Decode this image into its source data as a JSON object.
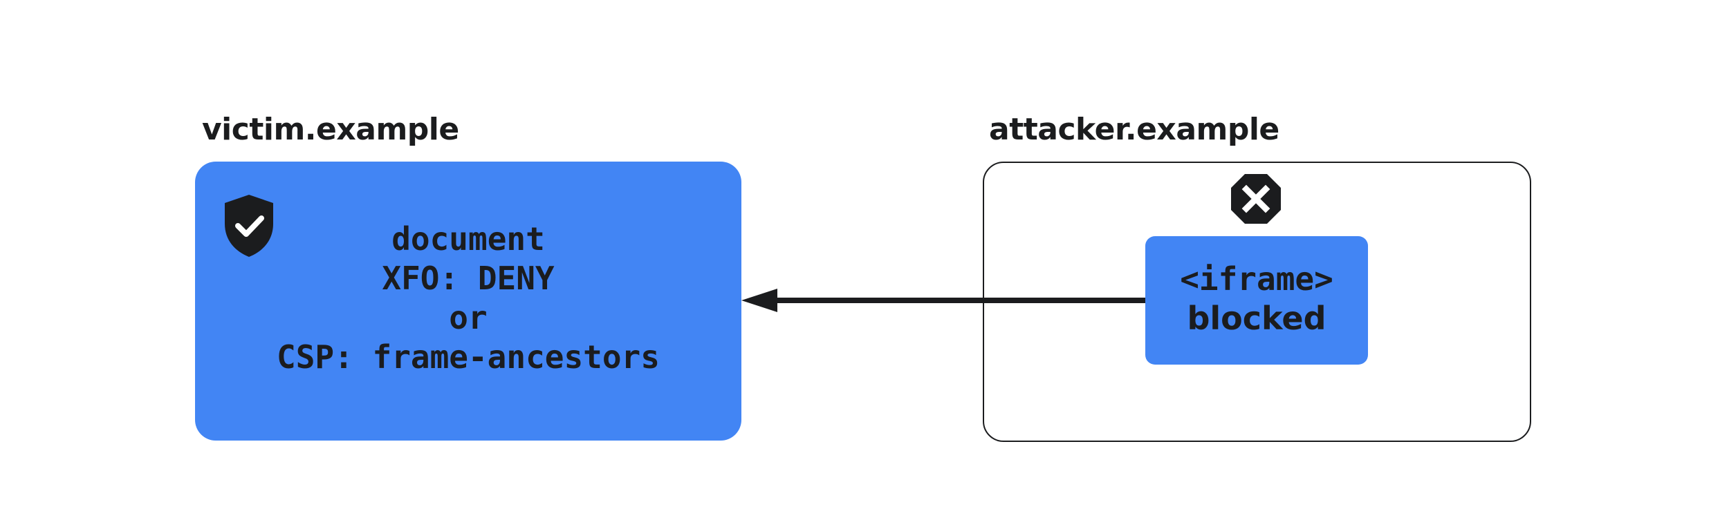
{
  "victim": {
    "title": "victim.example",
    "lines": [
      "document",
      "XFO: DENY",
      "or",
      "CSP: frame-ancestors"
    ],
    "icon": "shield-check-icon"
  },
  "attacker": {
    "title": "attacker.example",
    "iframe_line1": "<iframe>",
    "iframe_line2": "blocked",
    "icon": "blocked-x-icon"
  },
  "colors": {
    "accent_blue": "#4285f4",
    "ink": "#1b1c1e",
    "background": "#ffffff"
  }
}
